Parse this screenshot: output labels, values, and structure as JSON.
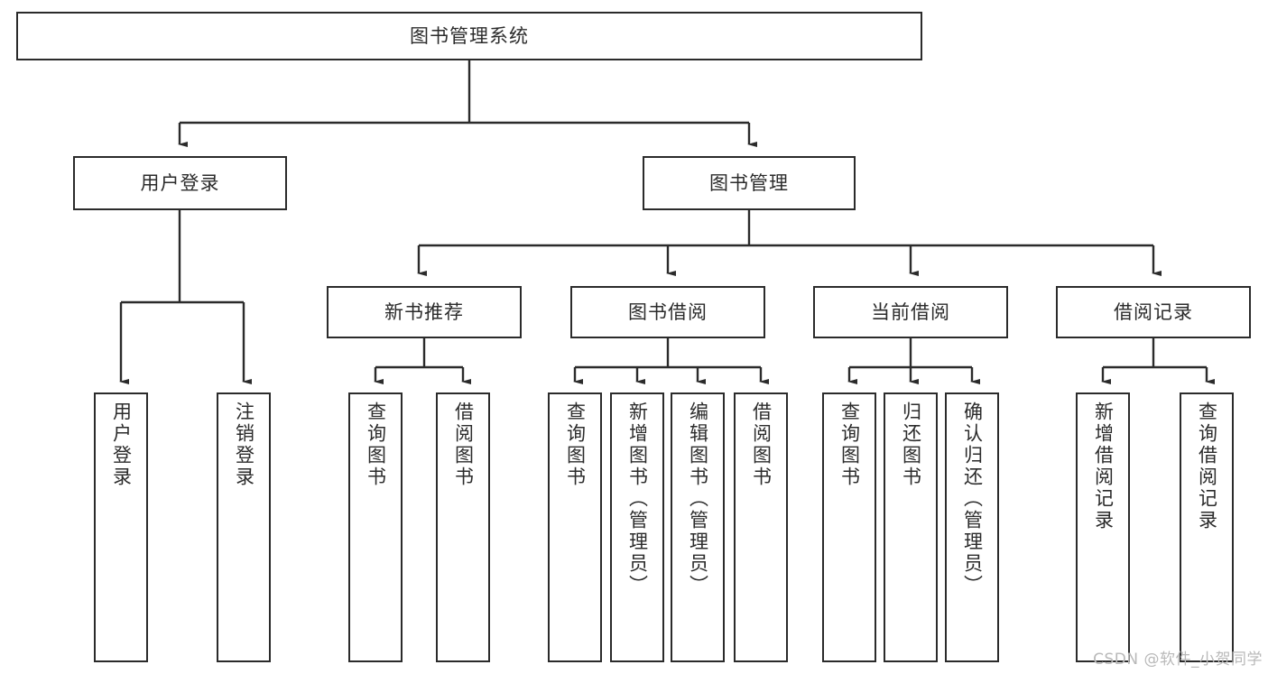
{
  "diagram": {
    "type": "hierarchy-tree",
    "title": "图书管理系统",
    "watermark": "CSDN @软件_小贺同学",
    "colors": {
      "stroke": "#2b2b2b",
      "fill": "#ffffff",
      "background": "#ffffff",
      "watermark": "#b9b9b9"
    },
    "nodes": {
      "root": {
        "label": "图书管理系统"
      },
      "level2": [
        {
          "id": "user-login",
          "label": "用户登录"
        },
        {
          "id": "book-management",
          "label": "图书管理"
        }
      ],
      "level3": [
        {
          "id": "new-book-recommend",
          "label": "新书推荐"
        },
        {
          "id": "book-borrow",
          "label": "图书借阅"
        },
        {
          "id": "current-borrow",
          "label": "当前借阅"
        },
        {
          "id": "borrow-record",
          "label": "借阅记录"
        }
      ],
      "leaves": [
        {
          "id": "leaf-user-login",
          "label": "用户登录",
          "parent": "user-login"
        },
        {
          "id": "leaf-logout-login",
          "label": "注销登录",
          "parent": "user-login"
        },
        {
          "id": "leaf-query-book-1",
          "label": "查询图书",
          "parent": "new-book-recommend"
        },
        {
          "id": "leaf-borrow-book-1",
          "label": "借阅图书",
          "parent": "new-book-recommend"
        },
        {
          "id": "leaf-query-book-2",
          "label": "查询图书",
          "parent": "book-borrow"
        },
        {
          "id": "leaf-add-book",
          "label": "新增图书（管理员）",
          "parent": "book-borrow"
        },
        {
          "id": "leaf-edit-book",
          "label": "编辑图书（管理员）",
          "parent": "book-borrow"
        },
        {
          "id": "leaf-borrow-book-2",
          "label": "借阅图书",
          "parent": "book-borrow"
        },
        {
          "id": "leaf-query-book-3",
          "label": "查询图书",
          "parent": "current-borrow"
        },
        {
          "id": "leaf-return-book",
          "label": "归还图书",
          "parent": "current-borrow"
        },
        {
          "id": "leaf-confirm-return",
          "label": "确认归还（管理员）",
          "parent": "current-borrow"
        },
        {
          "id": "leaf-add-record",
          "label": "新增借阅记录",
          "parent": "borrow-record"
        },
        {
          "id": "leaf-query-record",
          "label": "查询借阅记录",
          "parent": "borrow-record"
        }
      ]
    }
  }
}
